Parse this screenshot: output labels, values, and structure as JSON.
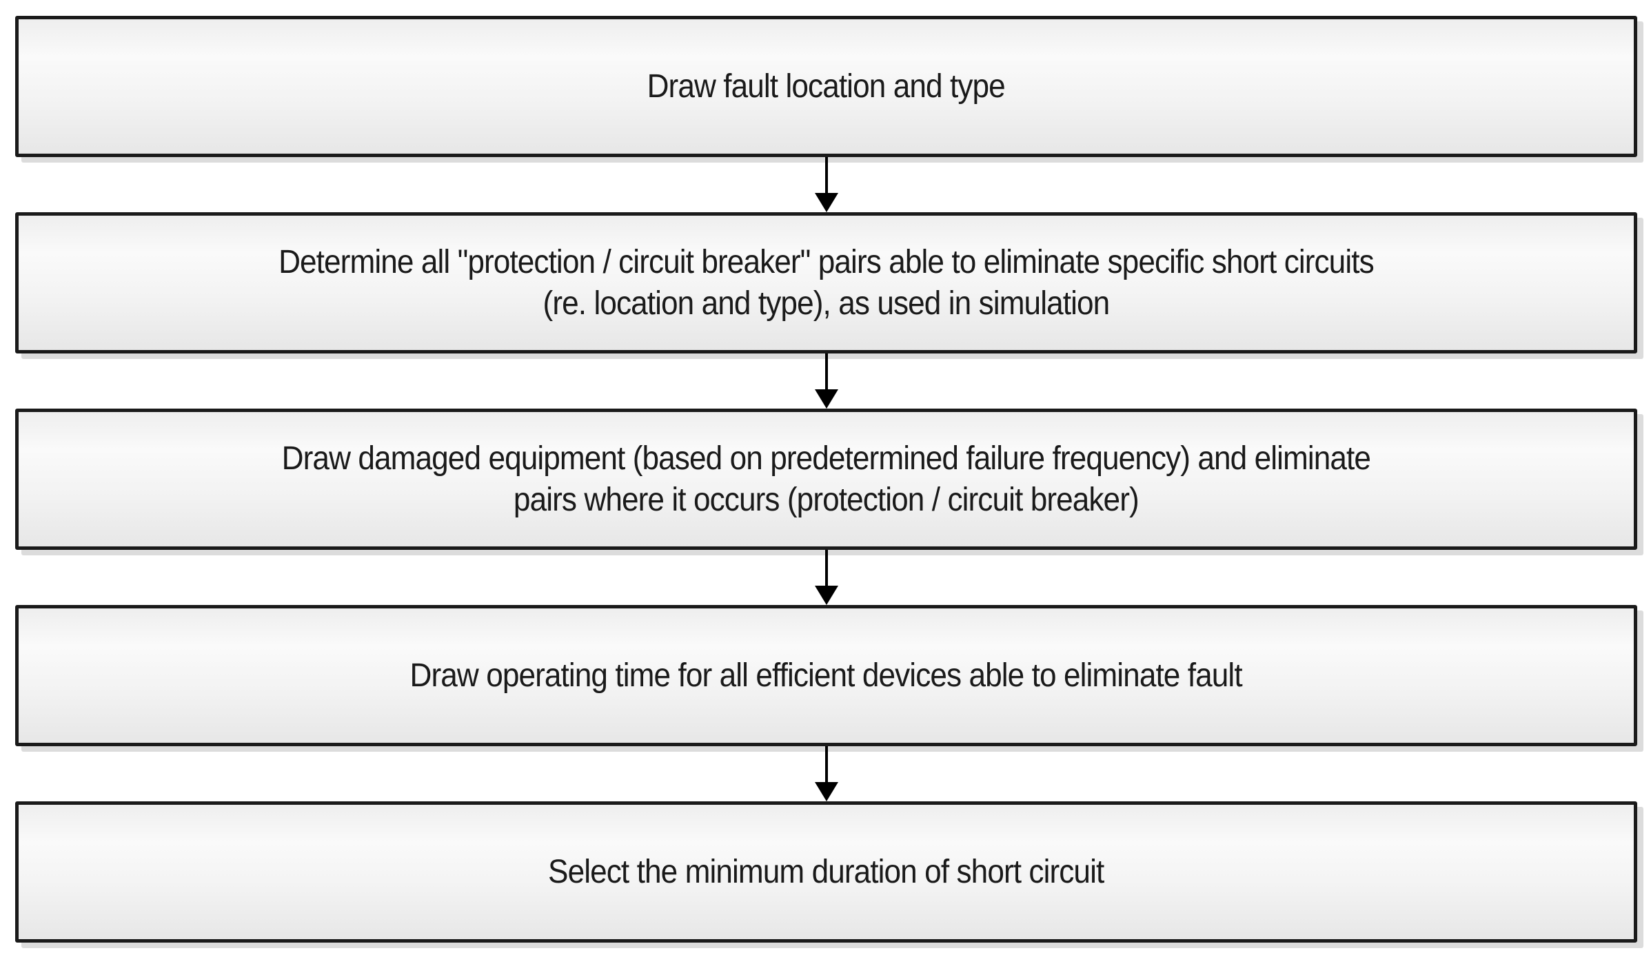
{
  "diagram": {
    "type": "flowchart",
    "direction": "top-down",
    "colors": {
      "canvas_background": "#ffffff",
      "box_border": "#1a1a1a",
      "box_fill_top_edge": "#eeeeee",
      "box_fill_light": "#fafafa",
      "box_fill_mid": "#f3f3f3",
      "box_fill_bottom": "#e7e7e7",
      "box_shadow": "#dcdcdc",
      "arrow": "#000000",
      "text": "#1a1a1a"
    },
    "boxes": [
      {
        "id": "step-1",
        "lines": [
          "Draw fault location and type"
        ]
      },
      {
        "id": "step-2",
        "lines": [
          "Determine all \"protection / circuit breaker\" pairs able to eliminate specific short circuits",
          "(re. location and type), as used in simulation"
        ]
      },
      {
        "id": "step-3",
        "lines": [
          "Draw damaged equipment (based on predetermined failure frequency) and eliminate",
          "pairs where it occurs (protection / circuit breaker)"
        ]
      },
      {
        "id": "step-4",
        "lines": [
          "Draw operating time for all efficient devices able to eliminate fault"
        ]
      },
      {
        "id": "step-5",
        "lines": [
          "Select the minimum duration of short circuit"
        ]
      }
    ],
    "connectors": [
      {
        "from": "step-1",
        "to": "step-2",
        "style": "arrow-down"
      },
      {
        "from": "step-2",
        "to": "step-3",
        "style": "arrow-down"
      },
      {
        "from": "step-3",
        "to": "step-4",
        "style": "arrow-down"
      },
      {
        "from": "step-4",
        "to": "step-5",
        "style": "arrow-down"
      }
    ]
  }
}
